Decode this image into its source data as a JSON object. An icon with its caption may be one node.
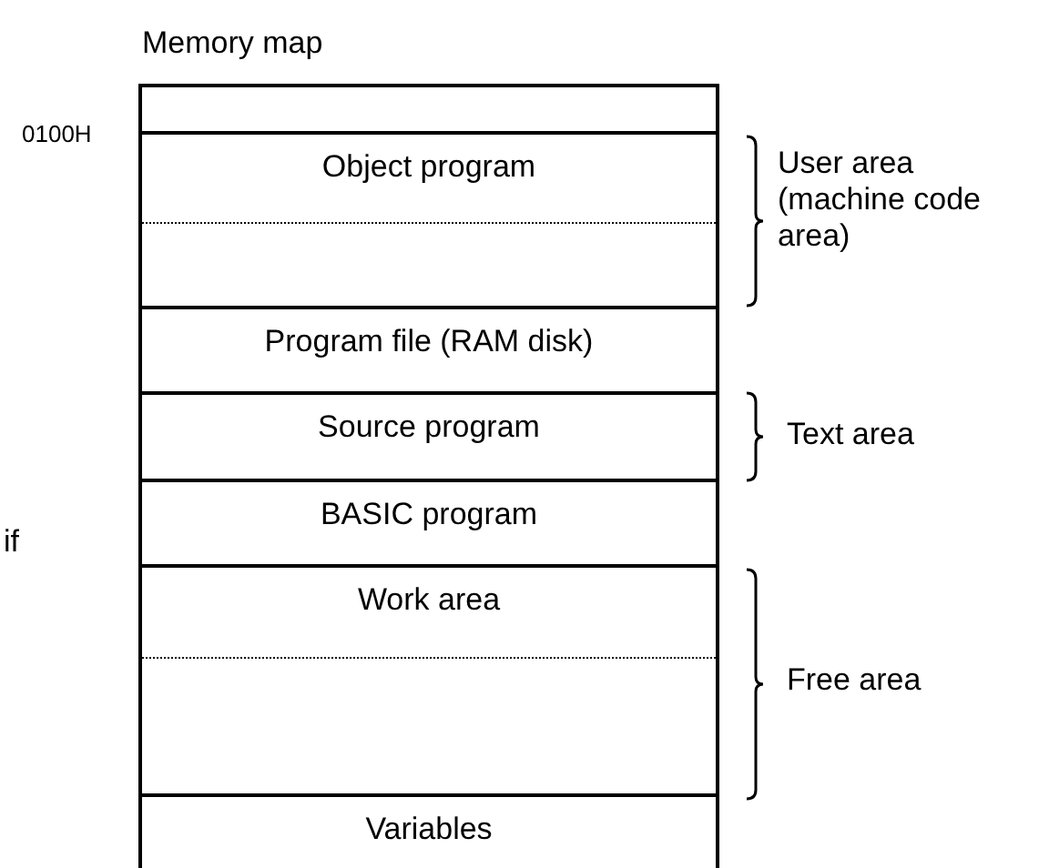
{
  "diagram": {
    "title": "Memory map",
    "nodes": [
      {
        "text": [],
        "shape": "box"
      },
      {
        "text": [
          "Object program"
        ]
      },
      {
        "text": [
          "Program file (RAM disk)"
        ]
      },
      {
        "text": [
          "Source program"
        ]
      },
      {
        "text": [
          "BASIC program"
        ]
      },
      {
        "text": [
          "Work area"
        ]
      },
      {
        "text": [
          "Variables"
        ]
      }
    ],
    "edges": [],
    "labels": [
      "0100H",
      "User area (machine code area)",
      "Text area",
      "if",
      "Free area"
    ]
  }
}
